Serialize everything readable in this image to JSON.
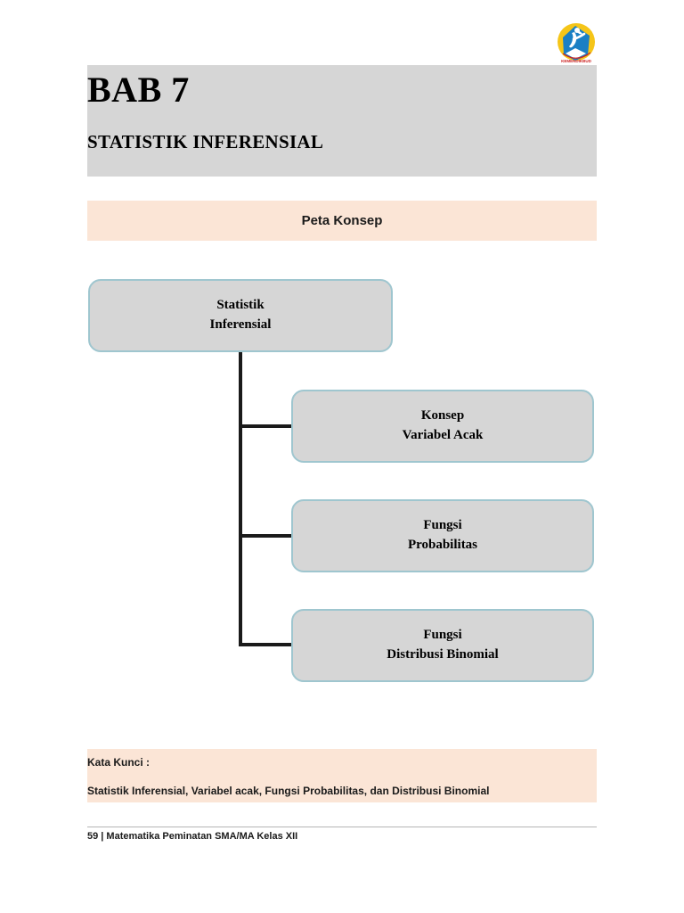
{
  "logo": {
    "name": "kemendikbud-logo",
    "colors": {
      "circle": "#f5c518",
      "shape": "#1a7fc4",
      "figure": "#ffffff",
      "text": "#cc2222"
    }
  },
  "header": {
    "chapter_number": "BAB 7",
    "chapter_title": "STATISTIK INFERENSIAL",
    "band_color": "#d6d6d6"
  },
  "concept_banner": {
    "title": "Peta Konsep",
    "background": "#fbe5d6"
  },
  "concept_map": {
    "node_fill": "#d6d6d6",
    "node_border": "#9fc6cf",
    "connector_color": "#1a1a1a",
    "root": {
      "line1": "Statistik",
      "line2": "Inferensial"
    },
    "children": [
      {
        "line1": "Konsep",
        "line2": "Variabel Acak"
      },
      {
        "line1": "Fungsi",
        "line2": "Probabilitas"
      },
      {
        "line1": "Fungsi",
        "line2": "Distribusi Binomial"
      }
    ]
  },
  "keywords": {
    "label": "Kata Kunci :",
    "list": "Statistik Inferensial, Variabel acak, Fungsi Probabilitas, dan Distribusi Binomial",
    "background": "#fbe5d6"
  },
  "footer": {
    "page_number": "59",
    "separator": "|",
    "book_title": "Matematika Peminatan SMA/MA Kelas XII",
    "full_text": "59 |  Matematika Peminatan SMA/MA Kelas XII"
  }
}
